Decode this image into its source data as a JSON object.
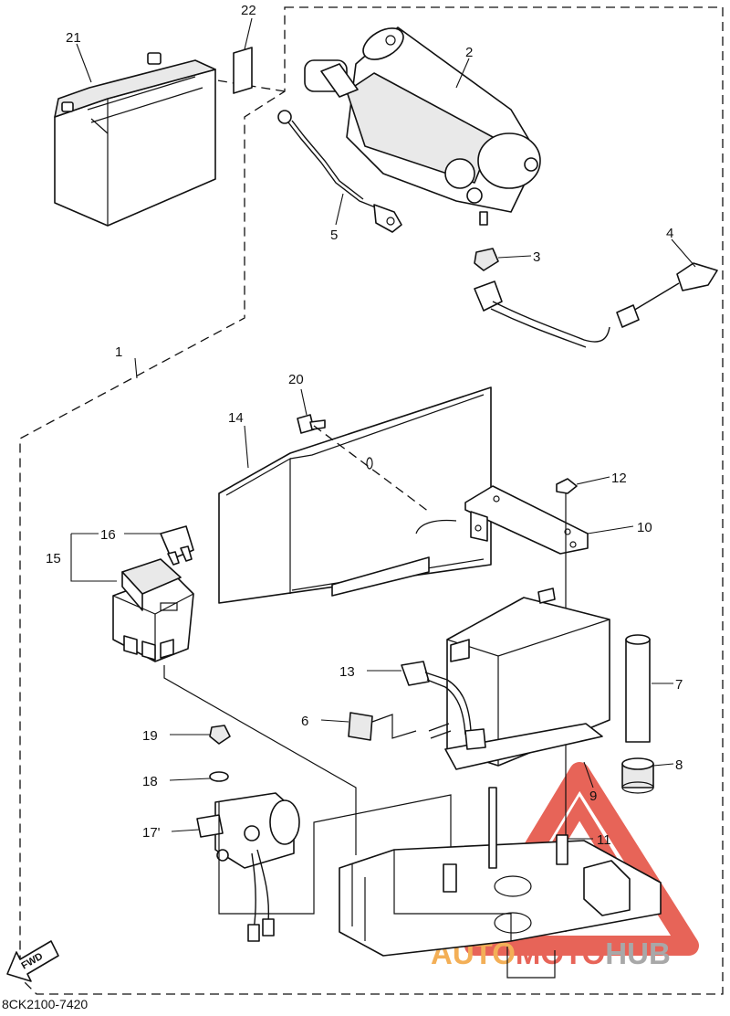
{
  "diagram": {
    "code": "8CK2100-7420",
    "fwd_label": "FWD",
    "watermark": {
      "part1": "AUTO",
      "part2": "MOTO",
      "part3": "HUB",
      "color_red": "#e34a3c",
      "color_orange": "#f2a23a",
      "color_gray": "#9a9a9a"
    },
    "callouts": [
      {
        "id": "c1",
        "label": "1"
      },
      {
        "id": "c2",
        "label": "2"
      },
      {
        "id": "c3",
        "label": "3"
      },
      {
        "id": "c4",
        "label": "4"
      },
      {
        "id": "c5",
        "label": "5"
      },
      {
        "id": "c6",
        "label": "6"
      },
      {
        "id": "c7",
        "label": "7"
      },
      {
        "id": "c8",
        "label": "8"
      },
      {
        "id": "c9",
        "label": "9"
      },
      {
        "id": "c10",
        "label": "10"
      },
      {
        "id": "c11",
        "label": "11"
      },
      {
        "id": "c12",
        "label": "12"
      },
      {
        "id": "c13",
        "label": "13"
      },
      {
        "id": "c14",
        "label": "14"
      },
      {
        "id": "c15",
        "label": "15"
      },
      {
        "id": "c16",
        "label": "16"
      },
      {
        "id": "c17",
        "label": "17'"
      },
      {
        "id": "c18",
        "label": "18"
      },
      {
        "id": "c19",
        "label": "19"
      },
      {
        "id": "c20",
        "label": "20"
      },
      {
        "id": "c21",
        "label": "21"
      },
      {
        "id": "c22",
        "label": "22"
      }
    ]
  }
}
